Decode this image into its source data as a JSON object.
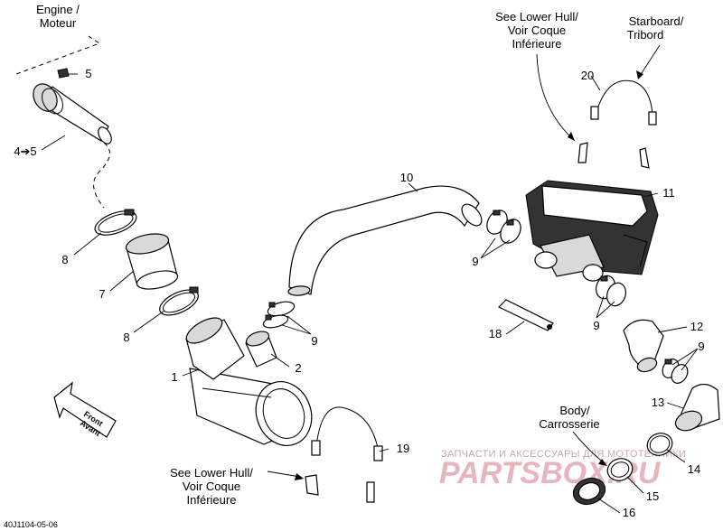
{
  "diagram_code": "40J1104-05-06",
  "notes": {
    "engine": [
      "Engine /",
      "Moteur"
    ],
    "see_lower_hull_top": [
      "See Lower Hull/",
      "Voir Coque",
      "Inférieure"
    ],
    "starboard": [
      "Starboard/",
      "Tribord"
    ],
    "front": [
      "Front",
      "Avant"
    ],
    "body": [
      "Body/",
      "Carrosserie"
    ],
    "see_lower_hull_bottom": [
      "See Lower Hull/",
      "Voir Coque",
      "Inférieure"
    ]
  },
  "part_numbers": {
    "p1": "1",
    "p2": "2",
    "p4_5": "4➔5",
    "p5": "5",
    "p7": "7",
    "p8a": "8",
    "p8b": "8",
    "p9a": "9",
    "p9b": "9",
    "p9c": "9",
    "p9d": "9",
    "p10": "10",
    "p11": "11",
    "p12": "12",
    "p13": "13",
    "p14": "14",
    "p15": "15",
    "p16": "16",
    "p18": "18",
    "p19": "19",
    "p20": "20"
  },
  "watermark": {
    "line1": "ЗАПЧАСТИ И АКСЕССУАРЫ ДЛЯ МОТОТЕХНИКИ",
    "line2": "PARTSBOX.RU"
  },
  "icons": [
    "front-arrow-icon"
  ]
}
